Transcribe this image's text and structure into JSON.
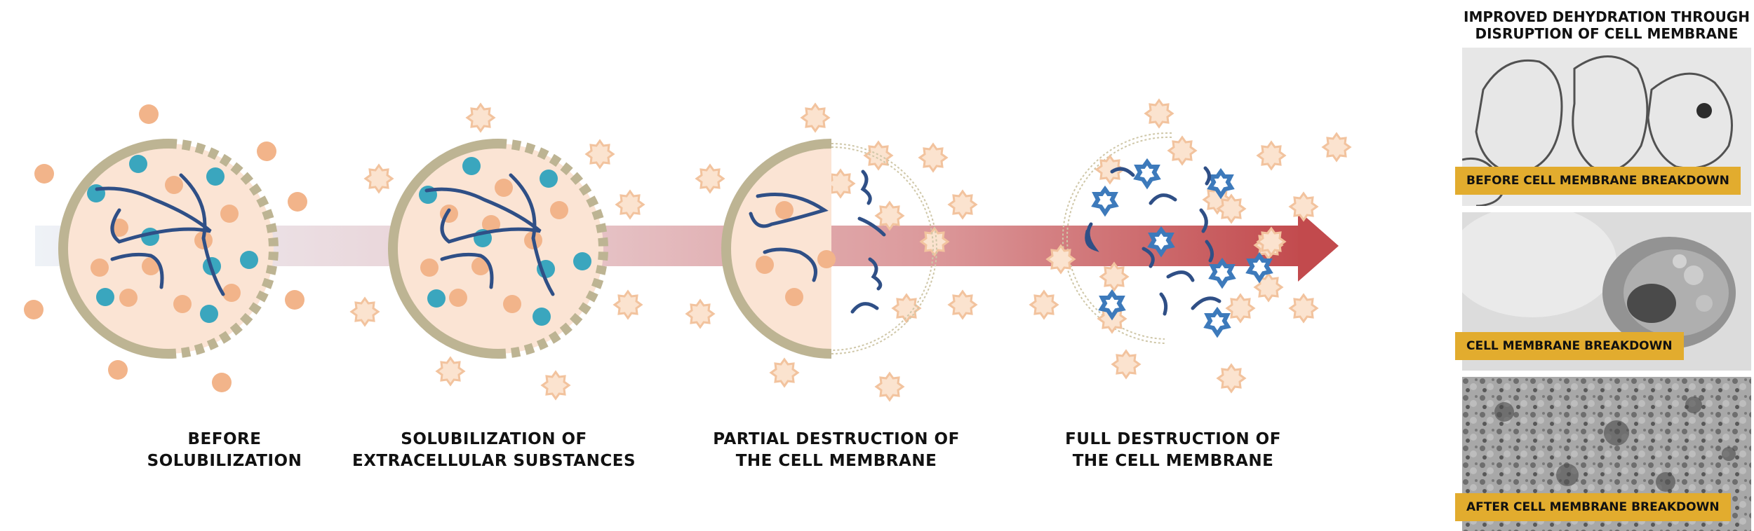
{
  "stages": [
    {
      "line1": "BEFORE",
      "line2": "SOLUBILIZATION"
    },
    {
      "line1": "SOLUBILIZATION OF",
      "line2": "EXTRACELLULAR SUBSTANCES"
    },
    {
      "line1": "PARTIAL DESTRUCTION OF",
      "line2": "THE CELL MEMBRANE"
    },
    {
      "line1": "FULL DESTRUCTION OF",
      "line2": "THE CELL MEMBRANE"
    }
  ],
  "panel": {
    "title_line1": "IMPROVED DEHYDRATION THROUGH",
    "title_line2": "DISRUPTION OF CELL MEMBRANE",
    "images": [
      {
        "label": "BEFORE CELL MEMBRANE BREAKDOWN"
      },
      {
        "label": "CELL MEMBRANE BREAKDOWN"
      },
      {
        "label": "AFTER CELL MEMBRANE BREAKDOWN"
      }
    ]
  },
  "colors": {
    "membrane": "#bdb493",
    "cell_fill": "#fbe4d4",
    "orange_particle": "#f2b48a",
    "teal_particle": "#3aa6be",
    "dna_strand": "#2f4f86",
    "blue_star": "#3d7abb",
    "arrow_start": "#eef2f7",
    "arrow_end": "#c24a4d",
    "label_bg": "#e2ac2e"
  }
}
